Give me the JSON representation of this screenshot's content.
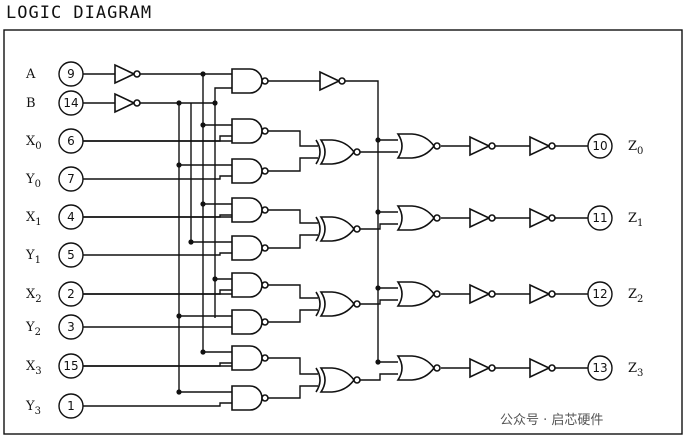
{
  "title": "LOGIC DIAGRAM",
  "inputs": [
    {
      "name": "A",
      "sub": "",
      "pin": "9"
    },
    {
      "name": "B",
      "sub": "",
      "pin": "14"
    },
    {
      "name": "X",
      "sub": "0",
      "pin": "6"
    },
    {
      "name": "Y",
      "sub": "0",
      "pin": "7"
    },
    {
      "name": "X",
      "sub": "1",
      "pin": "4"
    },
    {
      "name": "Y",
      "sub": "1",
      "pin": "5"
    },
    {
      "name": "X",
      "sub": "2",
      "pin": "2"
    },
    {
      "name": "Y",
      "sub": "2",
      "pin": "3"
    },
    {
      "name": "X",
      "sub": "3",
      "pin": "15"
    },
    {
      "name": "Y",
      "sub": "3",
      "pin": "1"
    }
  ],
  "outputs": [
    {
      "name": "Z",
      "sub": "0",
      "pin": "10"
    },
    {
      "name": "Z",
      "sub": "1",
      "pin": "11"
    },
    {
      "name": "Z",
      "sub": "2",
      "pin": "12"
    },
    {
      "name": "Z",
      "sub": "3",
      "pin": "13"
    }
  ],
  "watermark": "公众号 · 启芯硬件"
}
